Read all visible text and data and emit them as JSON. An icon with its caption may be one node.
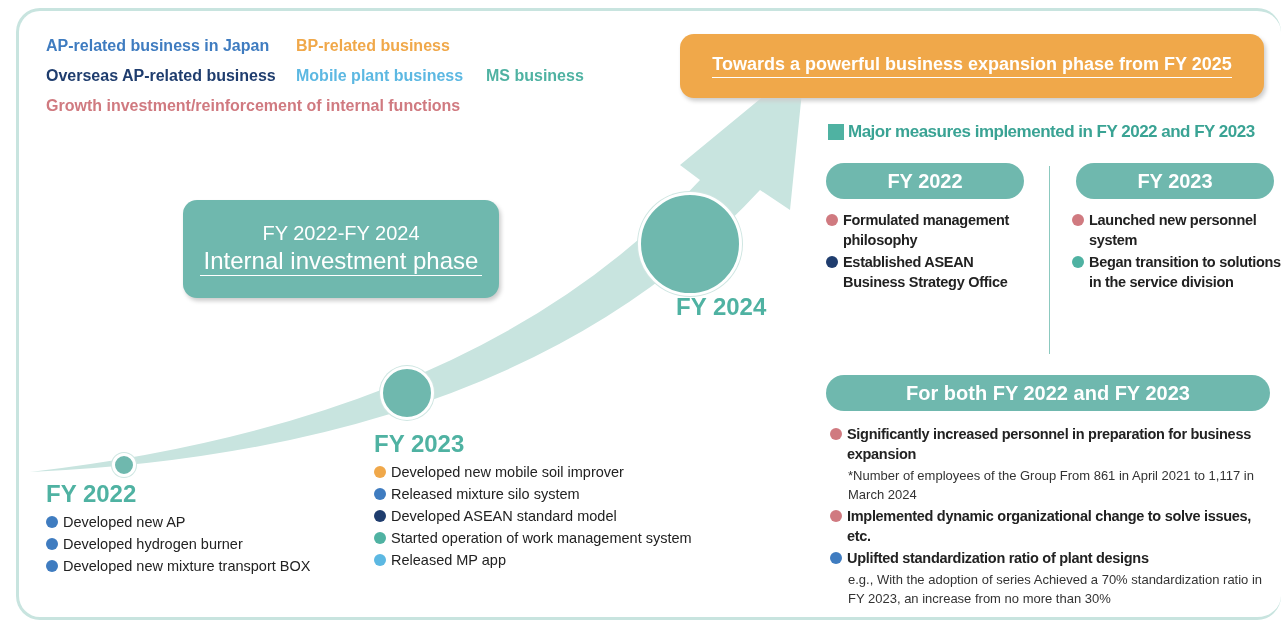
{
  "diagram": {
    "nodes": [
      {
        "text": [
          "Towards a powerful business expansion phase from FY 2025"
        ]
      },
      {
        "text": [
          "FY 2022-FY 2024",
          "Internal investment phase"
        ]
      },
      {
        "text": [],
        "shape": "circle",
        "beside": [
          "FY 2022",
          "Developed new AP",
          "Developed hydrogen burner",
          "Developed new mixture transport BOX"
        ]
      },
      {
        "text": [],
        "shape": "circle",
        "beside": [
          "FY 2023",
          "Developed new mobile soil improver",
          "Released mixture silo system",
          "Developed ASEAN standard model",
          "Started operation of work management system",
          "Released MP app"
        ]
      },
      {
        "text": [],
        "shape": "circle",
        "beside": [
          "FY 2024"
        ]
      },
      {
        "text": [
          "FY 2022"
        ],
        "beside": [
          "Formulated management philosophy",
          "Established ASEAN Business Strategy Office"
        ]
      },
      {
        "text": [
          "FY 2023"
        ],
        "beside": [
          "Launched new personnel system",
          "Began transition to solutions in the service division"
        ]
      },
      {
        "text": [
          "For both FY 2022 and FY 2023"
        ],
        "beside": [
          "Significantly increased personnel in preparation for business expansion",
          "*Number of employees of the Group From 861 in April 2021 to 1,117 in March 2024",
          "Implemented dynamic organizational change to solve issues, etc.",
          "Uplifted standardization ratio of plant designs",
          "e.g., With the adoption of series Achieved a 70% standardization ratio in FY 2023, an increase from no more than 30%"
        ]
      }
    ],
    "labels": [
      "Major measures implemented in FY 2022 and FY 2023"
    ],
    "legend": [
      {
        "text": "AP-related business in Japan",
        "color": "#3f7cc0"
      },
      {
        "text": "BP-related business",
        "color": "#f0a84a"
      },
      {
        "text": "Overseas AP-related business",
        "color": "#1f3d6e"
      },
      {
        "text": "Mobile plant business",
        "color": "#5cb8e2"
      },
      {
        "text": "MS business",
        "color": "#4fb2a2"
      },
      {
        "text": "Growth investment/reinforcement of internal functions",
        "color": "#d07a80"
      }
    ]
  }
}
